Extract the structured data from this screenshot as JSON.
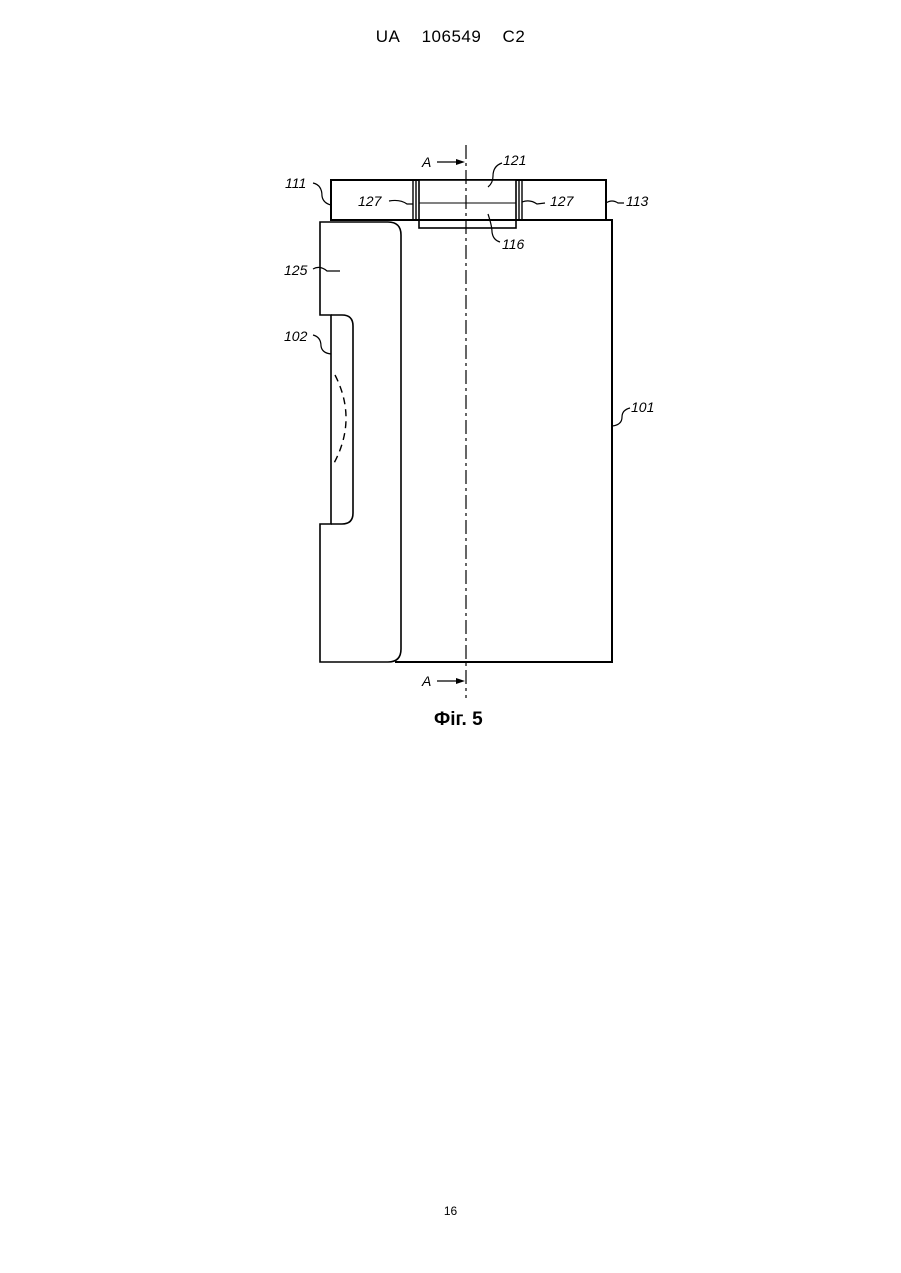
{
  "header": {
    "office": "UA",
    "number": "106549",
    "kind": "C2"
  },
  "figure": {
    "caption": "Фіг. 5",
    "section_top": "A",
    "section_bottom": "A",
    "labels": {
      "l111": "111",
      "l121": "121",
      "l127_left": "127",
      "l127_right": "127",
      "l113": "113",
      "l116": "116",
      "l125": "125",
      "l102": "102",
      "l101": "101"
    }
  },
  "footer": {
    "page": "16"
  }
}
